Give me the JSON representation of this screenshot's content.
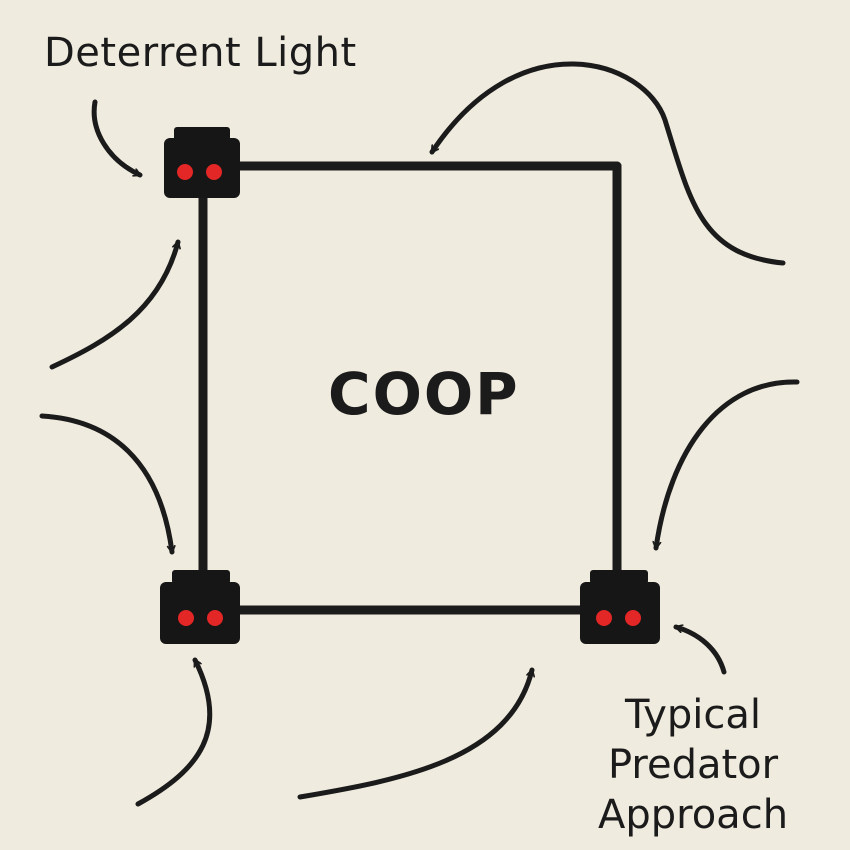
{
  "labels": {
    "deterrent_light": "Deterrent Light",
    "coop": "COOP",
    "predator_line1": "Typical",
    "predator_line2": "Predator",
    "predator_line3": "Approach"
  },
  "colors": {
    "background": "#f0ebdf",
    "ink": "#1b1b1b",
    "light_body": "#161616",
    "light_led": "#e32626"
  },
  "lights": [
    "top-left",
    "bottom-left",
    "bottom-right"
  ],
  "approach_arrows": [
    "top-right",
    "left-upper",
    "left-lower",
    "bottom-left",
    "bottom-center",
    "right-lower"
  ]
}
